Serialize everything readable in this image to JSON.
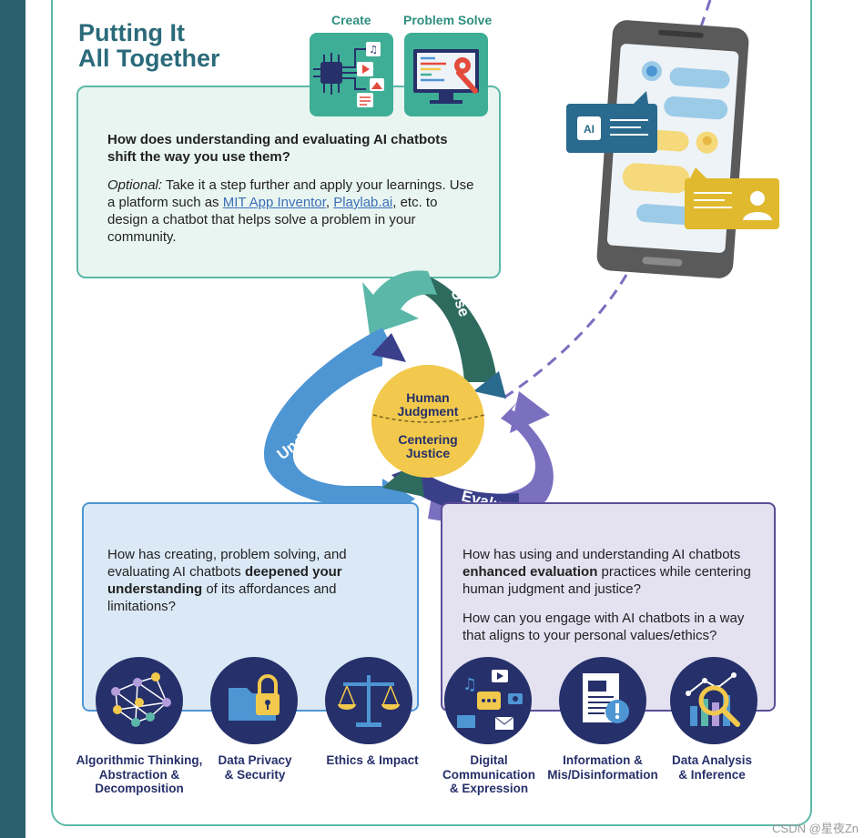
{
  "title_line1": "Putting It",
  "title_line2": "All Together",
  "top_labels": {
    "create": "Create",
    "problem_solve": "Problem Solve"
  },
  "use_box": {
    "question": "How does understanding and evaluating AI chatbots shift the way you use them?",
    "optional_label": "Optional:",
    "optional_text_1": " Take it a step further and apply your learnings. Use a platform such as ",
    "link_1": "MIT App Inventor",
    "sep": ", ",
    "link_2": "Playlab.ai",
    "optional_text_2": ", etc. to design a chatbot that helps solve a problem in your community."
  },
  "cycle": {
    "use": "Use",
    "understand": "Understand",
    "evaluate": "Evaluate",
    "center_top": "Human Judgment",
    "center_bottom": "Centering Justice"
  },
  "phone": {
    "ai_badge": "AI"
  },
  "understand_box": {
    "text_1": "How has creating, problem solving, and evaluating AI chatbots ",
    "bold": "deepened your understanding",
    "text_2": " of its affordances and limitations?"
  },
  "evaluate_box": {
    "q1_text_1": "How has using and understanding AI chatbots ",
    "q1_bold": "enhanced evaluation",
    "q1_text_2": " practices while centering human judgment and justice?",
    "q2": "How can you engage with AI chatbots in a way that aligns to your personal values/ethics?"
  },
  "competencies": [
    {
      "line1": "Algorithmic Thinking,",
      "line2": "Abstraction &",
      "line3": "Decomposition"
    },
    {
      "line1": "Data Privacy",
      "line2": "& Security"
    },
    {
      "line1": "Ethics & Impact"
    },
    {
      "line1": "Digital",
      "line2": "Communication",
      "line3": "& Expression"
    },
    {
      "line1": "Information &",
      "line2": "Mis/Disinformation"
    },
    {
      "line1": "Data Analysis",
      "line2": "& Inference"
    }
  ],
  "colors": {
    "teal": "#5bb8a8",
    "dark_teal": "#2a6a7a",
    "blue": "#4e95d4",
    "purple": "#5a4e96",
    "navy": "#26306a",
    "yellow": "#f2c94c"
  },
  "watermark": "CSDN @星夜Zn"
}
